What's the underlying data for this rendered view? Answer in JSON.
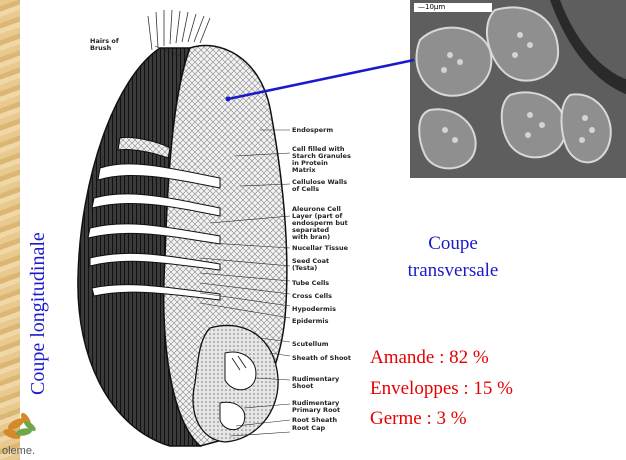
{
  "side_label": "Coupe longitudinale",
  "logo_text": "oleme.",
  "micrograph_scale": "—10µm",
  "transverse_label": "Coupe transversale",
  "composition": [
    {
      "text": "Amande : 82 %"
    },
    {
      "text": "Enveloppes : 15 %"
    },
    {
      "text": "Germe : 3 %"
    }
  ],
  "diagram_labels": [
    "Hairs of\nBrush",
    "Endosperm",
    "Cell filled with\nStarch Granules\nin Protein\nMatrix",
    "Cellulose Walls\nof Cells",
    "Aleurone Cell\nLayer (part of\nendosperm but\nseparated\nwith bran)",
    "Nucellar Tissue",
    "Seed Coat\n(Testa)",
    "Tube Cells",
    "Cross Cells",
    "Hypodermis",
    "Epidermis",
    "Scutellum",
    "Sheath of Shoot",
    "Rudimentary\nShoot",
    "Rudimentary\nPrimary Root",
    "Root Sheath",
    "Root Cap"
  ],
  "colors": {
    "blue": "#1a1acc",
    "red": "#e60000"
  }
}
